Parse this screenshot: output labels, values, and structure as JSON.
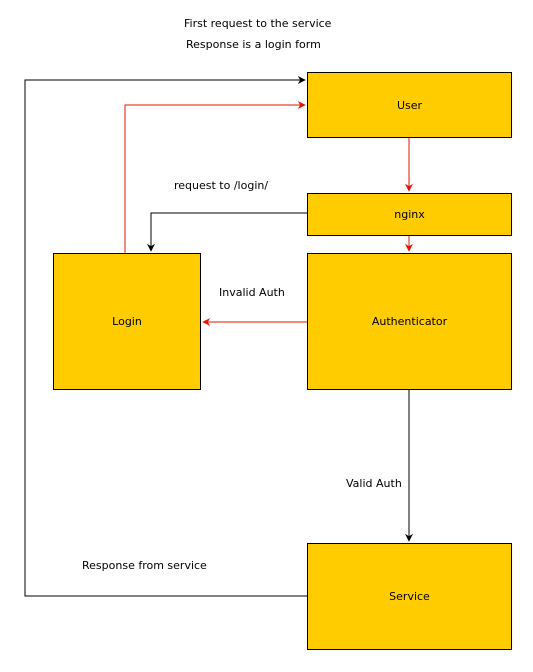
{
  "colors": {
    "box_fill": "#ffcc00",
    "red_connector": "#e51400",
    "black_connector": "#000000"
  },
  "nodes": {
    "user": "User",
    "nginx": "nginx",
    "authenticator": "Authenticator",
    "login": "Login",
    "service": "Service"
  },
  "edges": {
    "first_request": "First request to the service",
    "login_form": "Response is a login form",
    "request_login": "request to /login/",
    "invalid_auth": "Invalid Auth",
    "valid_auth": "Valid Auth",
    "response_service": "Response from service"
  }
}
